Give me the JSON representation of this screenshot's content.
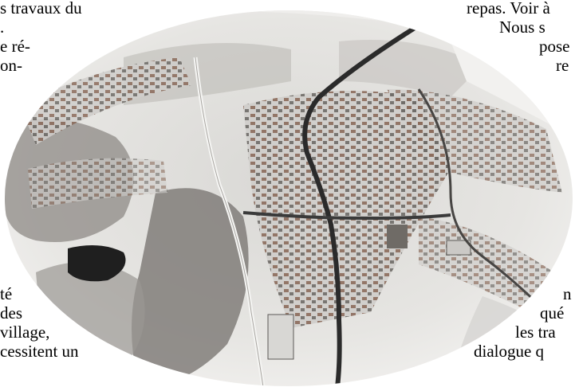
{
  "page": {
    "left_column": [
      "s   travaux   du",
      ".",
      "e  ré-",
      "on-",
      "té",
      "des",
      "village,",
      "cessitent  un"
    ],
    "right_column": [
      "repas. Voir à",
      "Nous  s",
      "pose",
      "re",
      "n",
      "qué",
      "les  tra",
      "dialogue  q"
    ]
  },
  "photo": {
    "description": "aerial-view-snowy-village",
    "colors": {
      "snow": "#e9e9e7",
      "road": "#2b2b2b",
      "trees": "#7a7773",
      "pond": "#1f1f1f"
    }
  }
}
